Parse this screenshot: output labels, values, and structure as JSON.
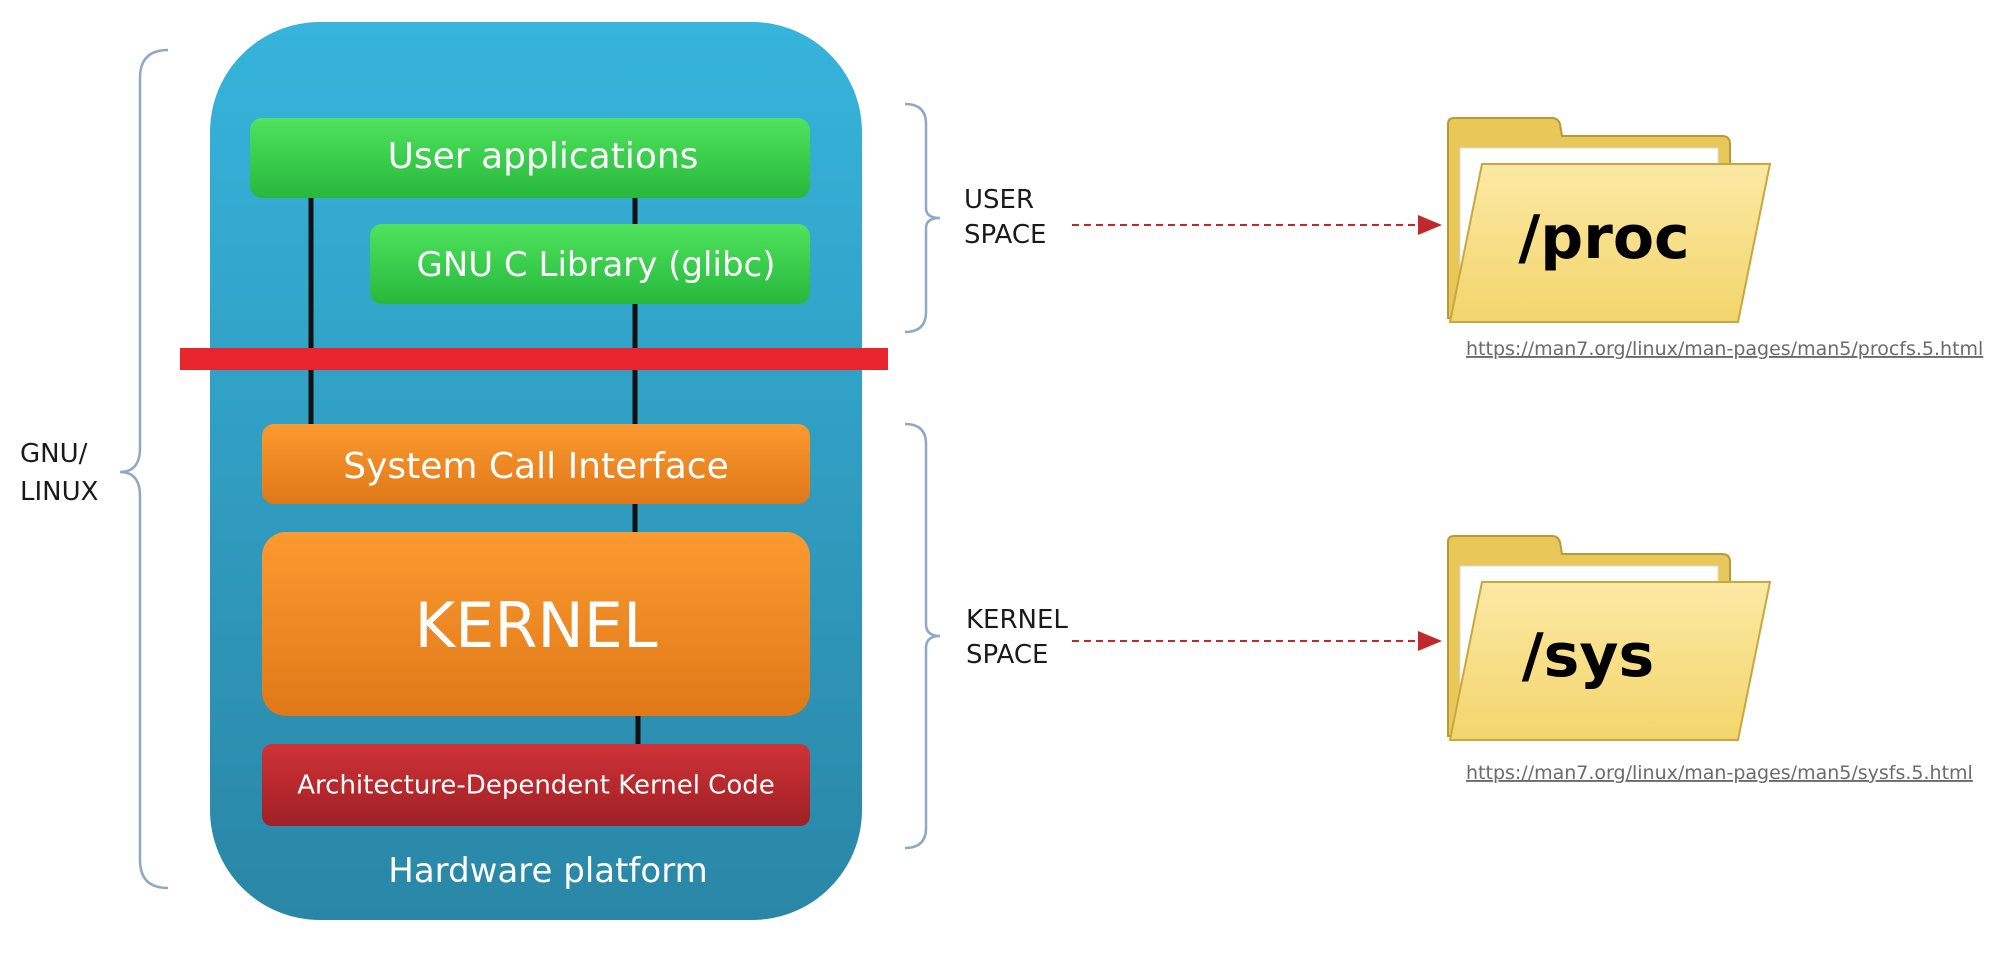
{
  "stack": {
    "user_applications": "User applications",
    "glibc": "GNU C Library (glibc)",
    "system_call_interface": "System Call Interface",
    "kernel": "KERNEL",
    "arch_code": "Architecture-Dependent Kernel Code",
    "hardware": "Hardware platform"
  },
  "side_labels": {
    "gnu_linux": [
      "GNU/",
      "LINUX"
    ],
    "user_space": [
      "USER",
      "SPACE"
    ],
    "kernel_space": [
      "KERNEL",
      "SPACE"
    ]
  },
  "folders": {
    "proc": {
      "label": "/proc",
      "link": "https://man7.org/linux/man-pages/man5/procfs.5.html"
    },
    "sys": {
      "label": "/sys",
      "link": "https://man7.org/linux/man-pages/man5/sysfs.5.html"
    }
  },
  "colors": {
    "platform": "#2fa8cf",
    "green": "#3bd14f",
    "orange": "#f08a24",
    "red_box": "#b8282c",
    "divider": "#e8242c",
    "bracket": "#8fa8c8",
    "arrow": "#c0282c",
    "folder": "#f7e08a"
  }
}
